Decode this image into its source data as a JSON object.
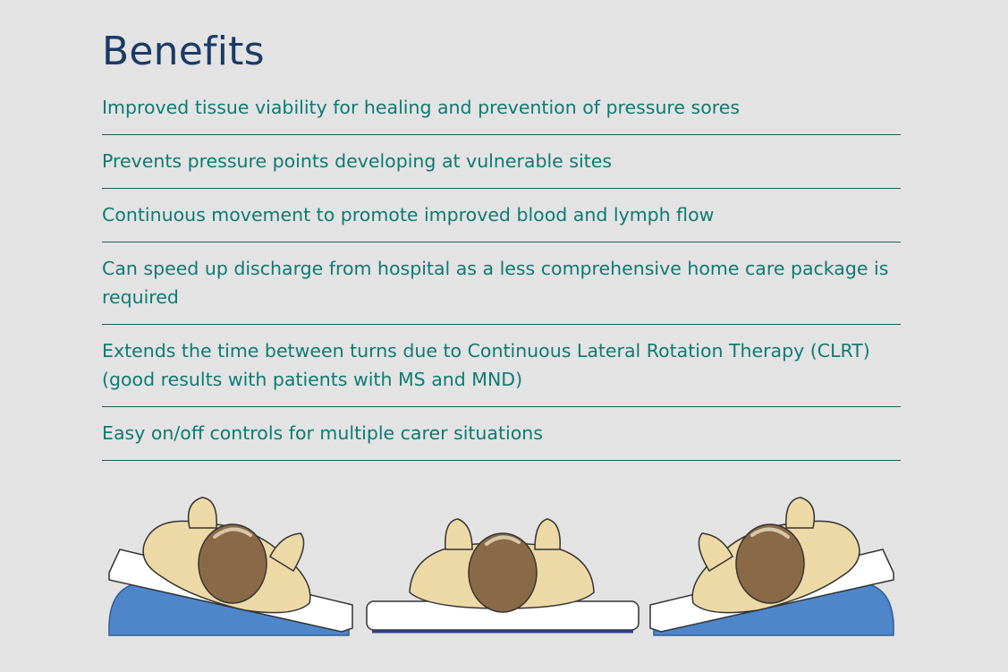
{
  "section": {
    "title": "Benefits"
  },
  "benefits": [
    "Improved tissue viability for healing and prevention of pressure sores",
    "Prevents pressure points developing at vulnerable sites",
    "Continuous movement to promote improved blood and lymph flow",
    "Can speed up discharge from hospital as a less comprehensive home care package is required",
    "Extends the time between turns due to Continuous Lateral Rotation Therapy (CLRT) (good results with patients with MS and MND)",
    "Easy on/off controls for multiple carer situations"
  ],
  "illustration": {
    "figures": [
      {
        "pose": "tilted-left"
      },
      {
        "pose": "flat"
      },
      {
        "pose": "tilted-right"
      }
    ]
  },
  "colors": {
    "background": "#e3e3e3",
    "title": "#1b3a64",
    "text": "#0e7a73",
    "divider": "#1d5c5a",
    "wedge": "#4f86c9",
    "skin": "#ecd9a6",
    "hair": "#8a6a46",
    "mattress": "#ffffff"
  }
}
